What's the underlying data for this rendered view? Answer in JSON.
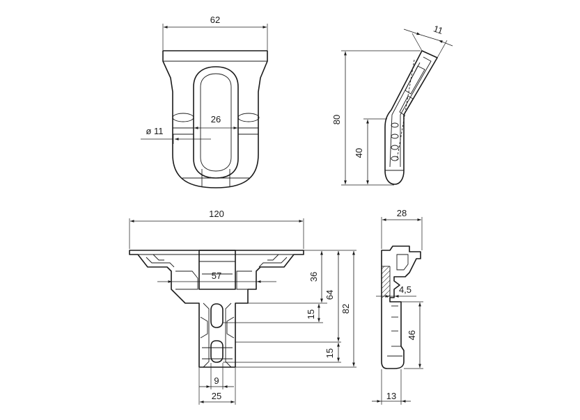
{
  "dimensions": {
    "top_view": {
      "width": "62",
      "slot_width": "26",
      "hole_diameter": "ø 11"
    },
    "side_view_top": {
      "tip_thickness": "11",
      "total_height": "80",
      "lower_height": "40"
    },
    "front_view": {
      "total_width": "120",
      "inner_width": "57",
      "height_a": "36",
      "height_b": "64",
      "height_c": "82",
      "slot_pitch_upper": "15",
      "slot_pitch_lower": "15",
      "slot_width": "9",
      "stem_width": "25"
    },
    "side_view_bottom": {
      "depth": "28",
      "step": "4,5",
      "lower_height": "46",
      "stem_depth": "13"
    }
  }
}
